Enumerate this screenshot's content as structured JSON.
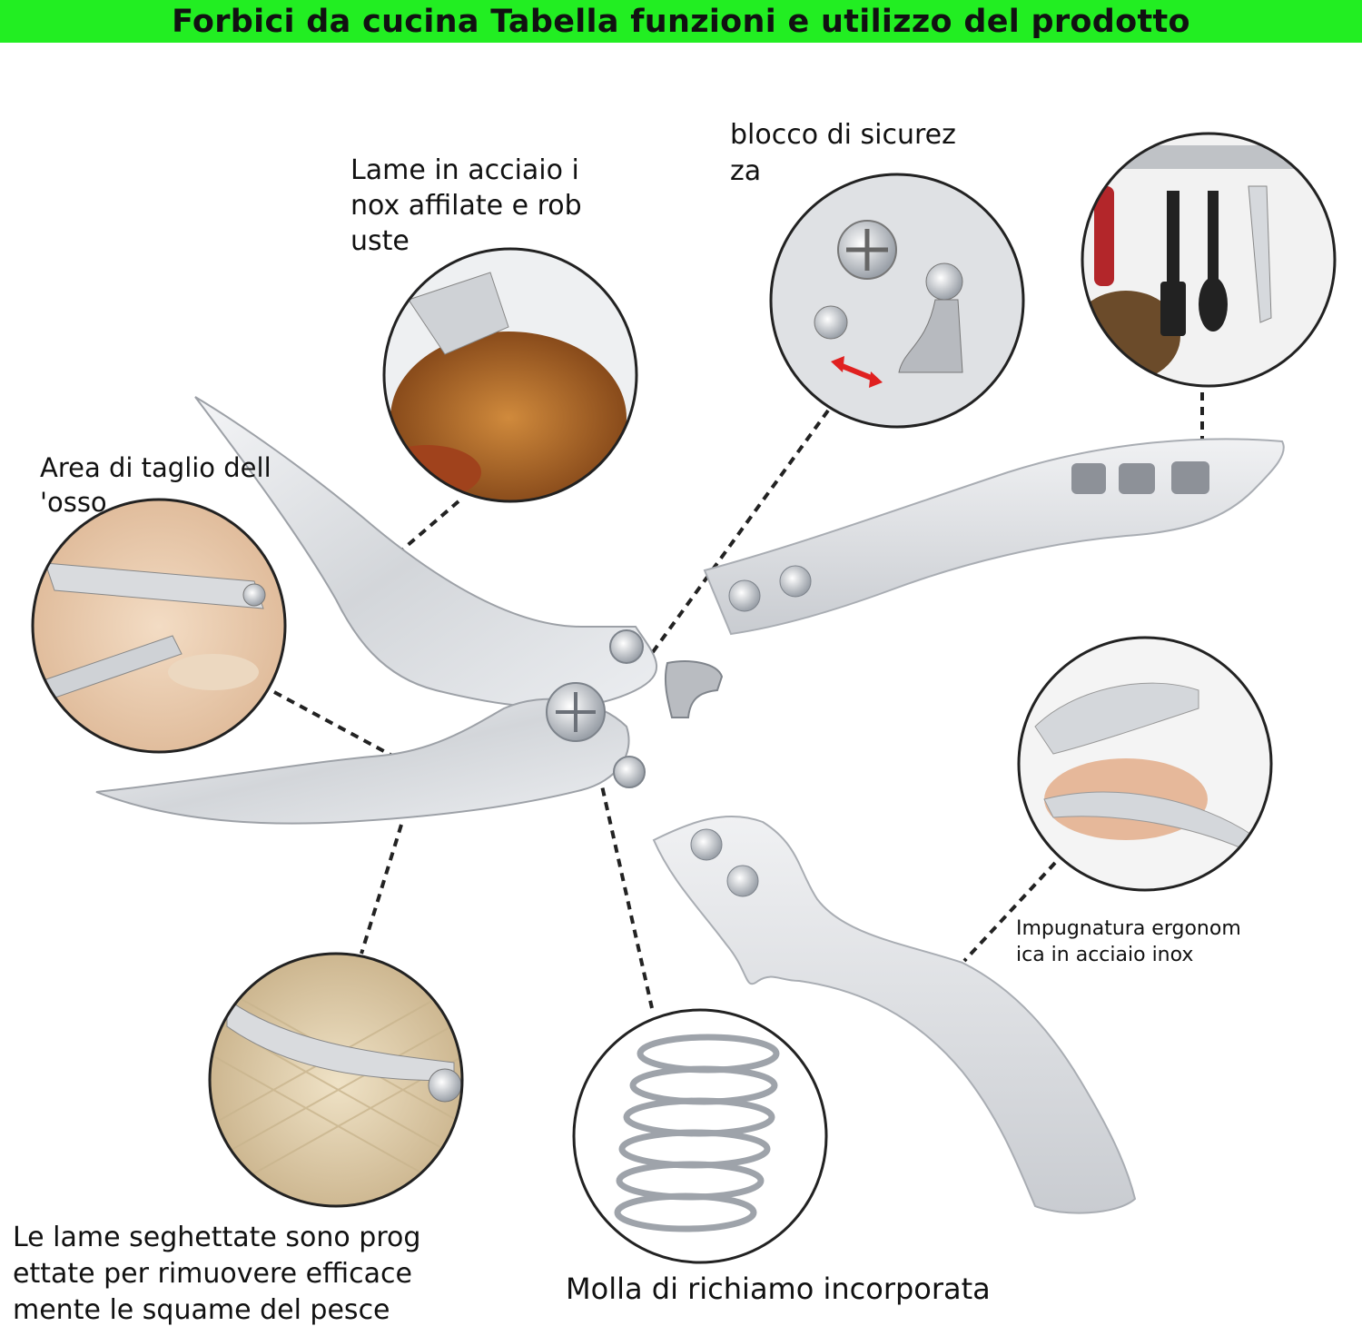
{
  "title": "Forbici da cucina Tabella funzioni e utilizzo del prodotto",
  "colors": {
    "banner": "#22ee22",
    "text": "#111111",
    "steel": "#d9dbdf",
    "arrow": "#e02020"
  },
  "callouts": {
    "blades": "Lame in acciaio i\nnox affilate e rob\nuste",
    "safety_lock": "blocco di sicurez\nza",
    "bone_area": "Area di taglio dell\n'osso",
    "grip": "Impugnatura ergonom\nica in acciaio inox",
    "serrated": "Le lame seghettate sono prog\nettate per rimuovere efficace\nmente le squame del pesce",
    "spring": "Molla di richiamo incorporata"
  },
  "icons": {
    "scissors": "kitchen-scissors-illustration",
    "chicken": "roast-chicken-photo",
    "lock": "safety-lock-closeup",
    "hanging": "hanging-utensils-photo",
    "bone": "bone-cutting-photo",
    "hand": "hand-grip-photo",
    "fish": "fish-scales-photo",
    "spring": "spring-coil-closeup"
  }
}
